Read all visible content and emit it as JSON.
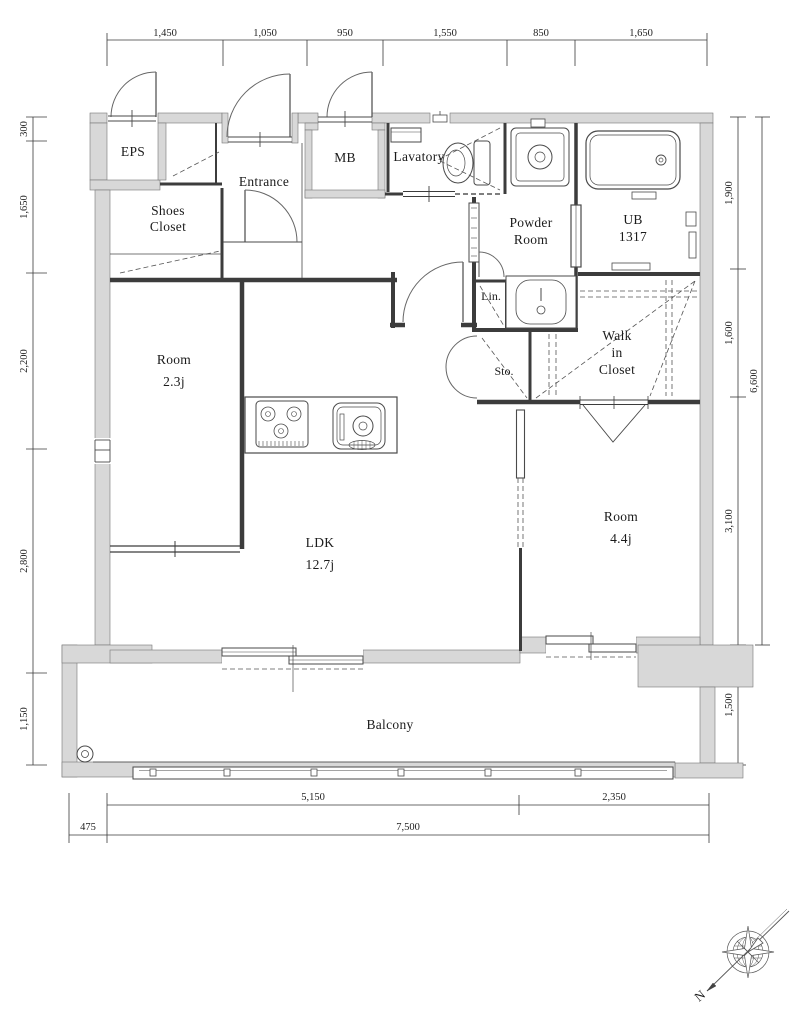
{
  "plan_type": "apartment-floor-plan",
  "rooms": {
    "eps": {
      "label": "EPS"
    },
    "shoes_closet": {
      "line1": "Shoes",
      "line2": "Closet"
    },
    "entrance": {
      "label": "Entrance"
    },
    "mb": {
      "label": "MB"
    },
    "lavatory": {
      "label": "Lavatory"
    },
    "powder_room": {
      "line1": "Powder",
      "line2": "Room"
    },
    "unit_bath": {
      "line1": "UB",
      "line2": "1317"
    },
    "room_small": {
      "line1": "Room",
      "line2": "2.3j"
    },
    "linen": {
      "label": "Lin."
    },
    "storage": {
      "label": "Sto."
    },
    "walk_in_closet": {
      "line1": "Walk",
      "line2": "in",
      "line3": "Closet"
    },
    "ldk": {
      "line1": "LDK",
      "line2": "12.7j"
    },
    "room_main": {
      "line1": "Room",
      "line2": "4.4j"
    },
    "balcony": {
      "label": "Balcony"
    }
  },
  "dimensions": {
    "top": [
      "1,450",
      "1,050",
      "950",
      "1,550",
      "850",
      "1,650"
    ],
    "left": [
      "300",
      "1,650",
      "2,200",
      "2,800",
      "1,150"
    ],
    "right": [
      "1,900",
      "1,600",
      "3,100",
      "1,500"
    ],
    "right_total": "6,600",
    "bottom_upper": [
      "5,150",
      "2,350"
    ],
    "bottom_left": "475",
    "bottom_total": "7,500"
  },
  "compass": {
    "north": "N"
  },
  "colors": {
    "wall_fill": "#d8d8d8",
    "line": "#3c3c3c",
    "background": "#ffffff"
  }
}
